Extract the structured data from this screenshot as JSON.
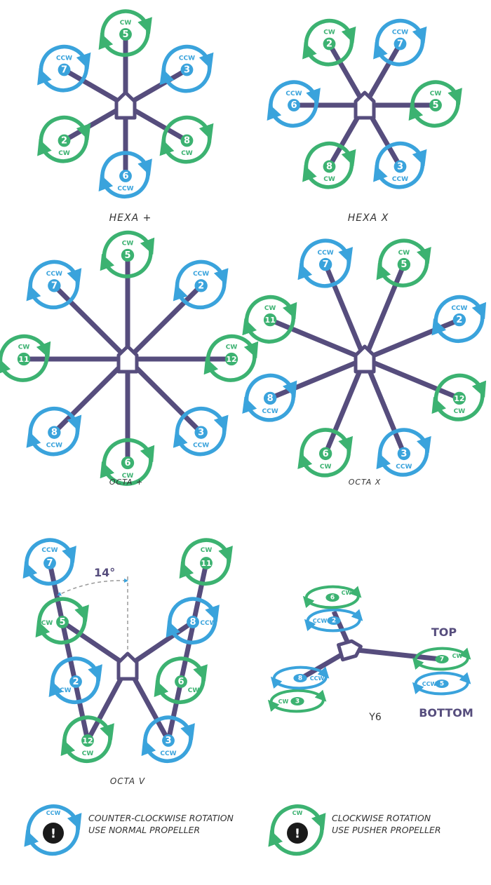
{
  "colors": {
    "ccw": "#3aa3dc",
    "cw": "#3cb271",
    "frame": "#564d7d",
    "text": "#333333"
  },
  "labels": {
    "cw": "CW",
    "ccw": "CCW",
    "exclamation": "!"
  },
  "diagrams": [
    {
      "id": "hexa-plus",
      "title": "HEXA +",
      "motors": [
        {
          "n": "5",
          "dir": "cw"
        },
        {
          "n": "3",
          "dir": "ccw"
        },
        {
          "n": "8",
          "dir": "cw"
        },
        {
          "n": "6",
          "dir": "ccw"
        },
        {
          "n": "2",
          "dir": "cw"
        },
        {
          "n": "7",
          "dir": "ccw"
        }
      ]
    },
    {
      "id": "hexa-x",
      "title": "HEXA X",
      "motors": [
        {
          "n": "7",
          "dir": "ccw"
        },
        {
          "n": "5",
          "dir": "cw"
        },
        {
          "n": "3",
          "dir": "ccw"
        },
        {
          "n": "8",
          "dir": "cw"
        },
        {
          "n": "6",
          "dir": "ccw"
        },
        {
          "n": "2",
          "dir": "cw"
        }
      ]
    },
    {
      "id": "octa-plus",
      "title": "OCTA +",
      "motors": [
        {
          "n": "5",
          "dir": "cw"
        },
        {
          "n": "2",
          "dir": "ccw"
        },
        {
          "n": "12",
          "dir": "cw"
        },
        {
          "n": "3",
          "dir": "ccw"
        },
        {
          "n": "6",
          "dir": "cw"
        },
        {
          "n": "8",
          "dir": "ccw"
        },
        {
          "n": "11",
          "dir": "cw"
        },
        {
          "n": "7",
          "dir": "ccw"
        }
      ]
    },
    {
      "id": "octa-x",
      "title": "OCTA X",
      "motors": [
        {
          "n": "5",
          "dir": "cw"
        },
        {
          "n": "2",
          "dir": "ccw"
        },
        {
          "n": "12",
          "dir": "cw"
        },
        {
          "n": "3",
          "dir": "ccw"
        },
        {
          "n": "6",
          "dir": "cw"
        },
        {
          "n": "8",
          "dir": "ccw"
        },
        {
          "n": "11",
          "dir": "cw"
        },
        {
          "n": "7",
          "dir": "ccw"
        }
      ]
    },
    {
      "id": "octa-v",
      "title": "OCTA V",
      "angle": "14°",
      "motors": [
        {
          "n": "7",
          "dir": "ccw"
        },
        {
          "n": "5",
          "dir": "cw"
        },
        {
          "n": "2",
          "dir": "ccw"
        },
        {
          "n": "12",
          "dir": "cw"
        },
        {
          "n": "11",
          "dir": "cw"
        },
        {
          "n": "8",
          "dir": "ccw"
        },
        {
          "n": "6",
          "dir": "cw"
        },
        {
          "n": "3",
          "dir": "ccw"
        }
      ]
    },
    {
      "id": "y6",
      "title": "Y6",
      "top_label": "TOP",
      "bottom_label": "BOTTOM",
      "motors": [
        {
          "n": "6",
          "dir": "cw"
        },
        {
          "n": "2",
          "dir": "ccw"
        },
        {
          "n": "7",
          "dir": "cw"
        },
        {
          "n": "5",
          "dir": "ccw"
        },
        {
          "n": "8",
          "dir": "ccw"
        },
        {
          "n": "3",
          "dir": "cw"
        }
      ]
    }
  ],
  "legend": [
    {
      "dir": "ccw",
      "line1": "COUNTER-CLOCKWISE ROTATION",
      "line2": "USE NORMAL PROPELLER"
    },
    {
      "dir": "cw",
      "line1": "CLOCKWISE ROTATION",
      "line2": "USE PUSHER PROPELLER"
    }
  ]
}
